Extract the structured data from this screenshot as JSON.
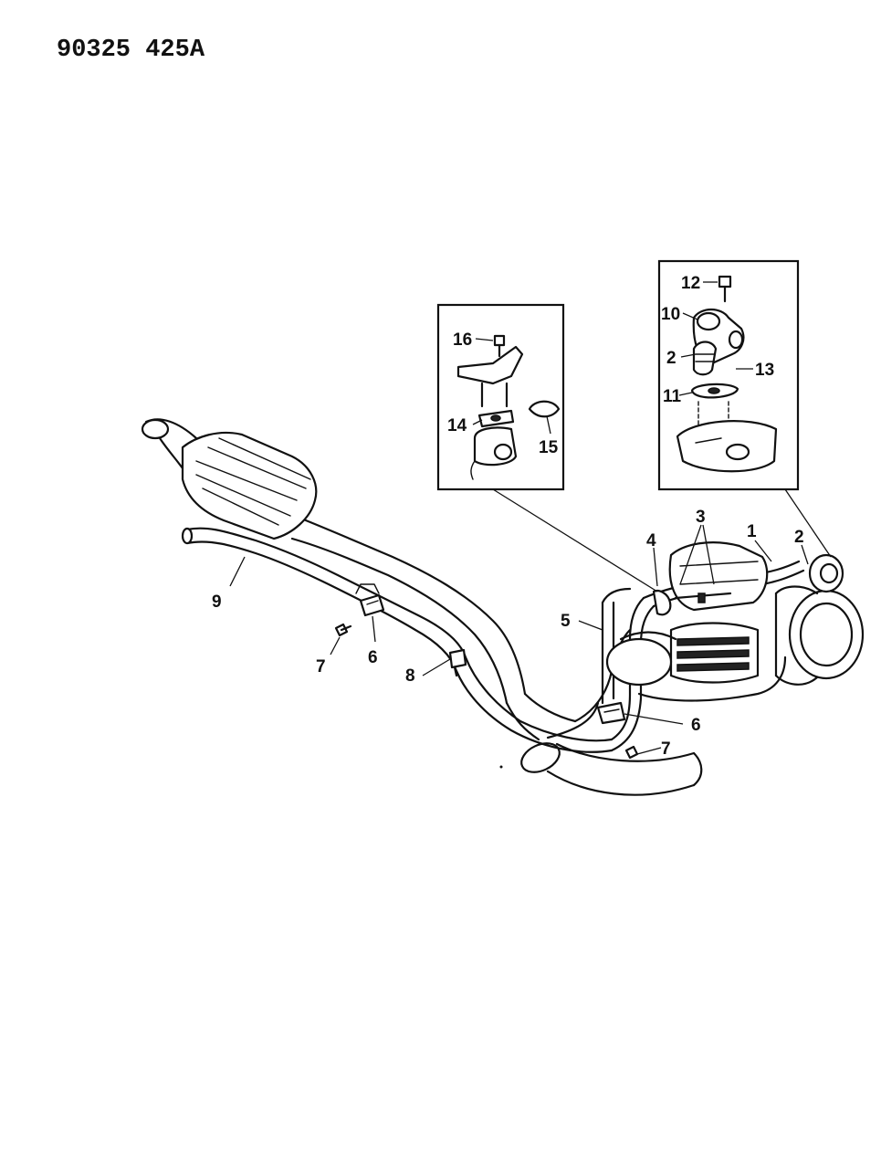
{
  "drawing_code": "90325 425A",
  "callouts": {
    "c1": "1",
    "c2": "2",
    "c2_inset": "2",
    "c3": "3",
    "c4": "4",
    "c5": "5",
    "c6_left": "6",
    "c6_right": "6",
    "c7_left": "7",
    "c7_right": "7",
    "c8": "8",
    "c9": "9",
    "c10": "10",
    "c11": "11",
    "c12": "12",
    "c13": "13",
    "c14": "14",
    "c15": "15",
    "c16": "16"
  }
}
